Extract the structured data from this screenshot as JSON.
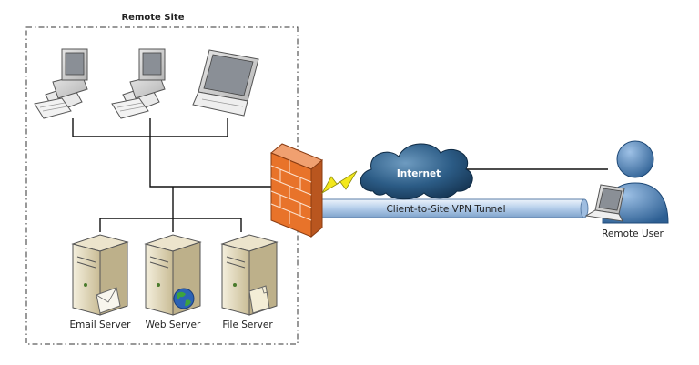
{
  "site": {
    "title": "Remote Site"
  },
  "internet": {
    "label": "Internet"
  },
  "tunnel": {
    "label": "Client-to-Site VPN Tunnel"
  },
  "servers": [
    {
      "label": "Email Server",
      "icon": "email-server-icon"
    },
    {
      "label": "Web Server",
      "icon": "web-server-icon"
    },
    {
      "label": "File Server",
      "icon": "file-server-icon"
    }
  ],
  "remote_user": {
    "label": "Remote User",
    "icon": "remote-user-icon"
  },
  "workstations": [
    {
      "icon": "desktop-computer-icon"
    },
    {
      "icon": "desktop-computer-icon"
    },
    {
      "icon": "laptop-icon"
    }
  ],
  "firewall": {
    "icon": "firewall-icon"
  },
  "link": {
    "icon": "lightning-bolt-icon"
  },
  "colors": {
    "firewall": "#e8732a",
    "cloud": "#2f5f86",
    "tunnel": "#b8d0ea",
    "user": "#3d6ea0",
    "server": "#d8ccaa"
  }
}
